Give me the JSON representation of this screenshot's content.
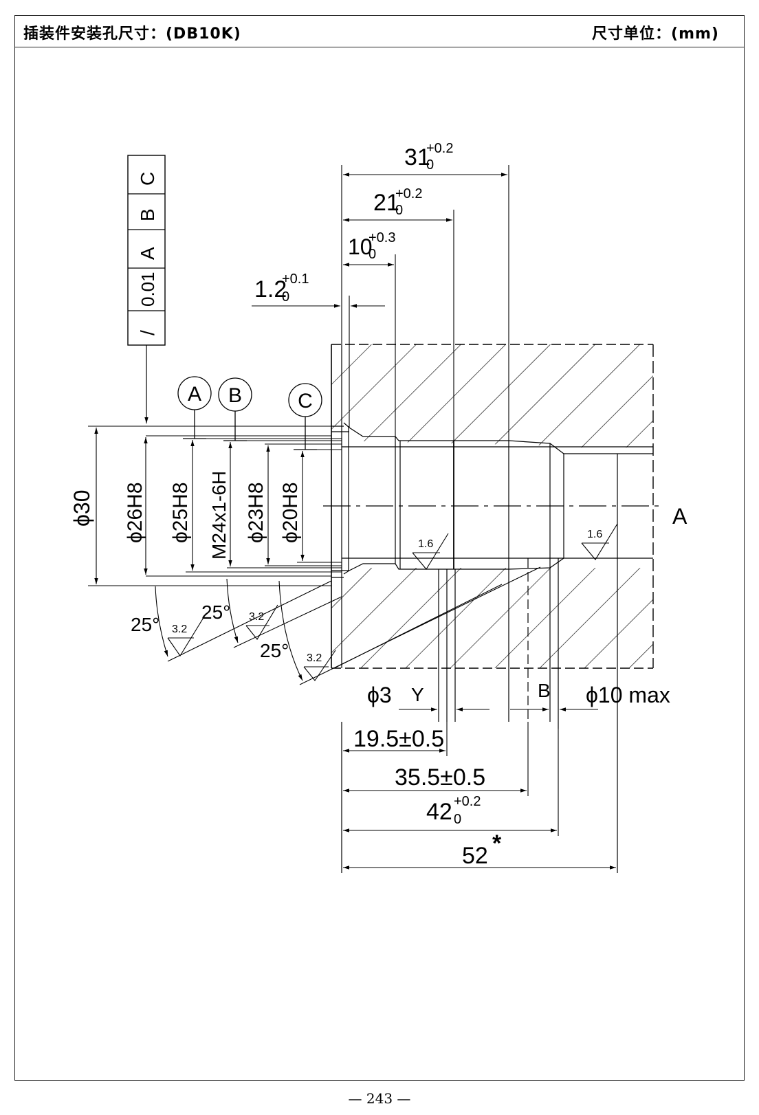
{
  "header": {
    "title": "插装件安装孔尺寸：(DB10K)",
    "unit": "尺寸单位：(mm)"
  },
  "drawing": {
    "tolerance_frame": {
      "symbol": "/",
      "value": "0.01",
      "datums": [
        "A",
        "B",
        "C"
      ]
    },
    "datum_circles": [
      "A",
      "B",
      "C"
    ],
    "axis_label": "A",
    "diameter_labels": {
      "d30": "ϕ30",
      "d26": "ϕ26H8",
      "d25": "ϕ25H8",
      "m24": "M24x1-6H",
      "d23": "ϕ23H8",
      "d20": "ϕ20H8"
    },
    "top_dims": [
      {
        "main": "31",
        "upper": "+0.2",
        "lower": "0"
      },
      {
        "main": "21",
        "upper": "+0.2",
        "lower": "0"
      },
      {
        "main": "10",
        "upper": "+0.3",
        "lower": "0"
      },
      {
        "main": "1.2",
        "upper": "+0.1",
        "lower": "0"
      }
    ],
    "bottom_dims": {
      "d3": "ϕ3",
      "y": "Y",
      "b": "B",
      "d10": "ϕ10 max",
      "dim195": "19.5±0.5",
      "dim355": "35.5±0.5",
      "dim42_main": "42",
      "dim42_upper": "+0.2",
      "dim42_lower": "0",
      "dim52": "52",
      "dim52_mark": "*"
    },
    "angles": [
      "25°",
      "25°",
      "25°"
    ],
    "roughness": [
      "3.2",
      "3.2",
      "3.2",
      "1.6",
      "1.6"
    ]
  },
  "footer": {
    "page_number": "— 243 —"
  }
}
